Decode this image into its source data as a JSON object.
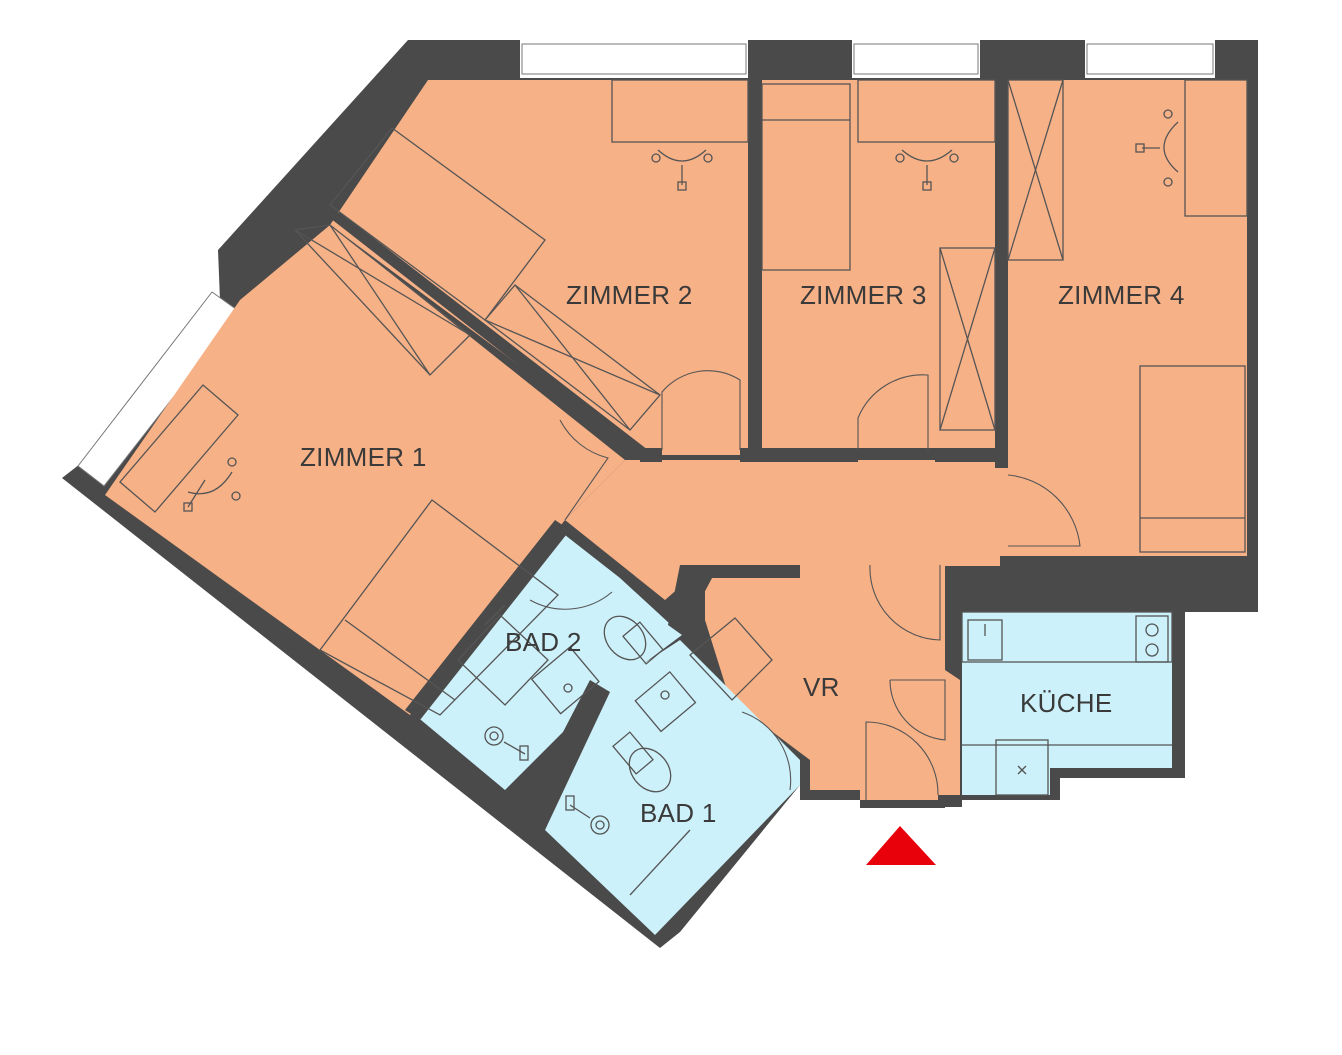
{
  "plan": {
    "colors": {
      "room": "#f7b187",
      "wet_room": "#cdf1fa",
      "wall": "#4a4a4a",
      "furniture_line": "#555555",
      "entrance_marker": "#e8000b"
    },
    "rooms": [
      {
        "id": "zimmer-1",
        "label": "ZIMMER 1",
        "type": "room"
      },
      {
        "id": "zimmer-2",
        "label": "ZIMMER 2",
        "type": "room"
      },
      {
        "id": "zimmer-3",
        "label": "ZIMMER 3",
        "type": "room"
      },
      {
        "id": "zimmer-4",
        "label": "ZIMMER 4",
        "type": "room"
      },
      {
        "id": "bad-2",
        "label": "BAD 2",
        "type": "wet_room"
      },
      {
        "id": "bad-1",
        "label": "BAD 1",
        "type": "wet_room"
      },
      {
        "id": "vr",
        "label": "VR",
        "type": "room"
      },
      {
        "id": "kueche",
        "label": "KÜCHE",
        "type": "wet_room"
      }
    ],
    "entrance_icon": "triangle-up-icon"
  }
}
